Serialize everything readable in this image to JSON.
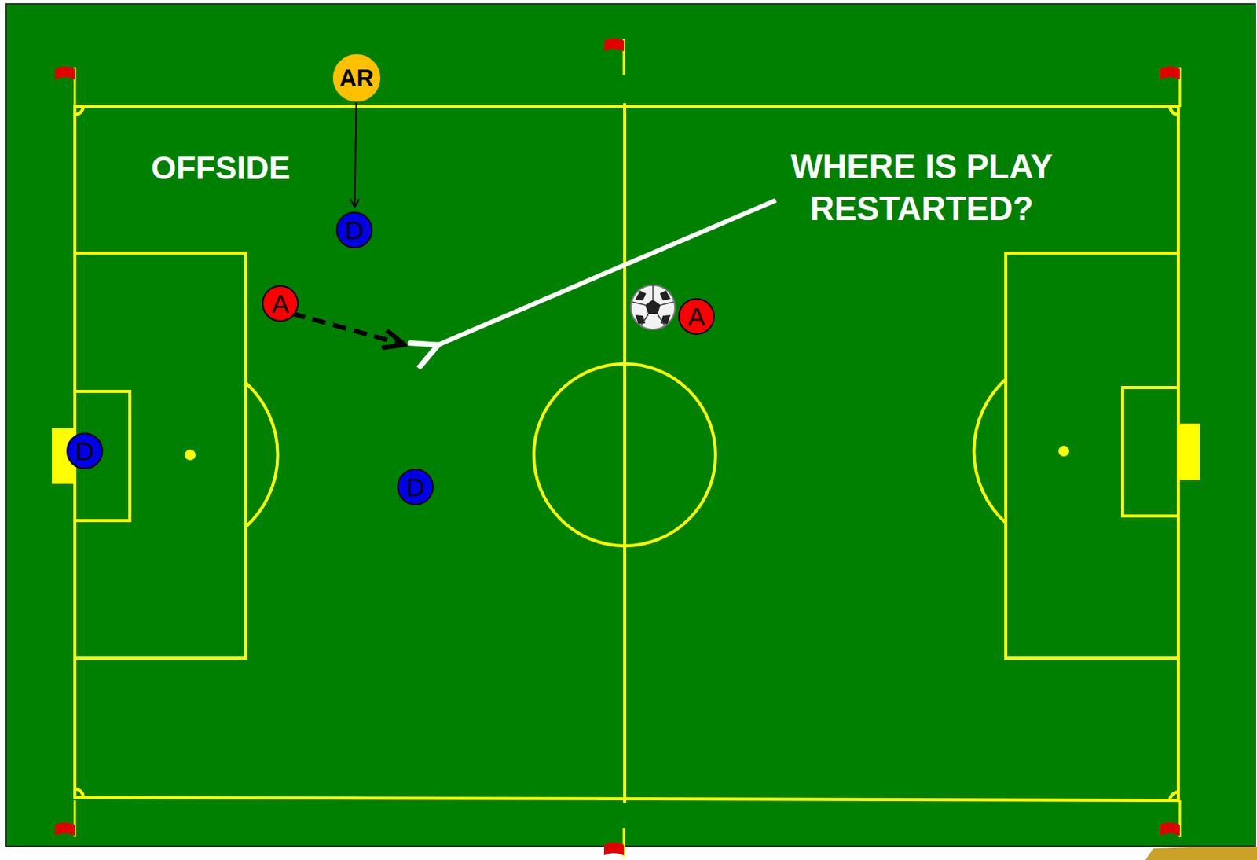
{
  "diagram": {
    "nodes": [
      {
        "text": [
          "AR"
        ]
      },
      {
        "text": [
          "D"
        ]
      },
      {
        "text": [
          "A"
        ]
      },
      {
        "text": [
          "A"
        ]
      },
      {
        "text": [
          "D"
        ]
      },
      {
        "text": [
          "D"
        ]
      }
    ],
    "edges": [
      {
        "from": 0,
        "to": 1,
        "arrow": "to"
      }
    ],
    "labels": [
      "OFFSIDE",
      "WHERE IS PLAY RESTARTED?"
    ]
  }
}
